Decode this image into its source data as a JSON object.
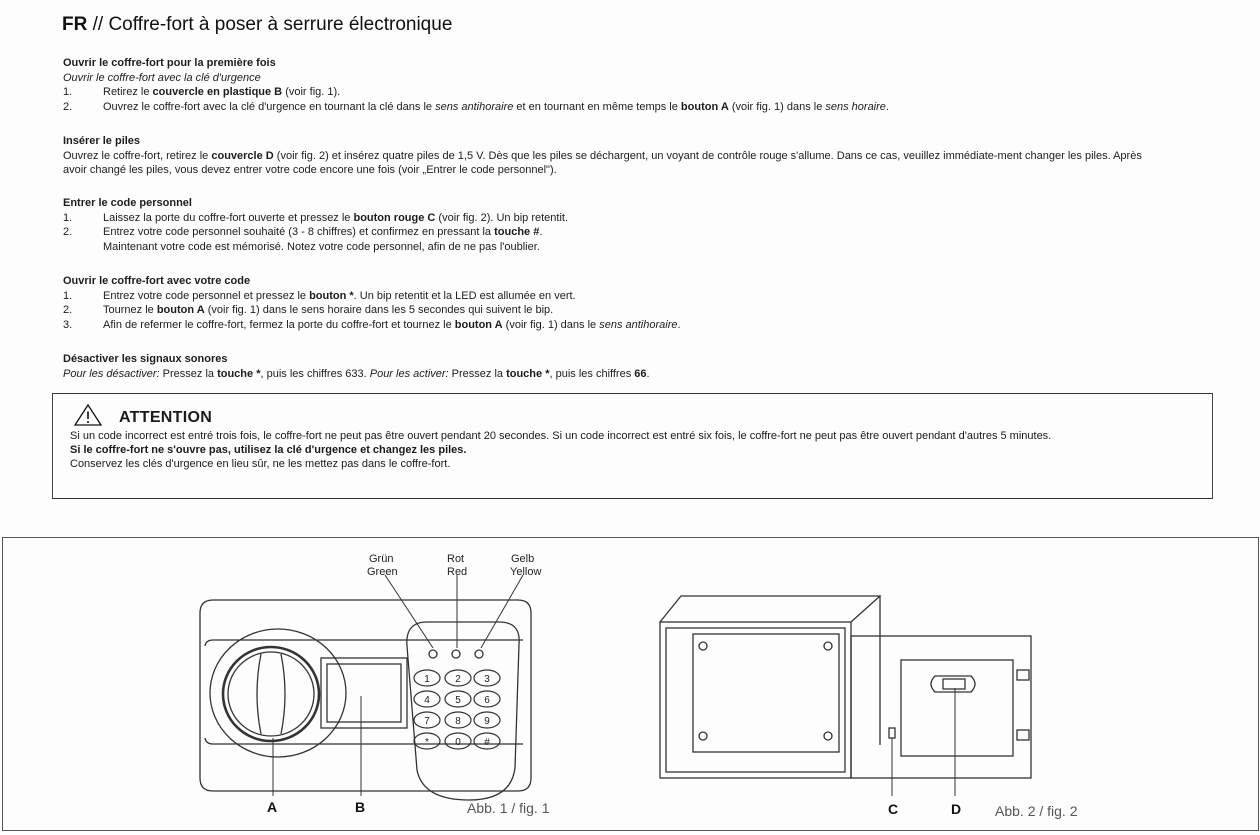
{
  "title": {
    "prefix": "FR",
    "sep": " // ",
    "text": "Coffre-fort à poser à serrure électronique"
  },
  "s1": {
    "head": "Ouvrir le coffre-fort pour la première fois",
    "sub": "Ouvrir le coffre-fort avec la clé d'urgence",
    "n1": "1.",
    "i1a": "Retirez le ",
    "i1b": "couvercle en plastique B",
    "i1c": " (voir fig. 1).",
    "n2": "2.",
    "i2a": "Ouvrez le coffre-fort avec la clé d'urgence en tournant la clé dans le ",
    "i2b": "sens antihoraire",
    "i2c": " et en tournant en même temps le ",
    "i2d": "bouton A",
    "i2e": " (voir fig. 1) dans le ",
    "i2f": "sens horaire",
    "i2g": "."
  },
  "s2": {
    "head": "Insérer le piles",
    "a": "Ouvrez le coffre-fort, retirez le ",
    "b": "couvercle D",
    "c": " (voir fig. 2) et insérez quatre piles de 1,5 V. Dès que les piles se déchargent, un voyant de contrôle rouge s'allume. Dans ce cas, veuillez immédiate-ment changer les piles. Après avoir changé les piles, vous devez entrer votre code encore une fois (voir „Entrer le code personnel\")."
  },
  "s3": {
    "head": "Entrer le code personnel",
    "n1": "1.",
    "i1a": "Laissez la porte du coffre-fort ouverte et pressez le ",
    "i1b": "bouton rouge C",
    "i1c": " (voir fig. 2). Un bip retentit.",
    "n2": "2.",
    "i2a": "Entrez votre code personnel souhaité (3 - 8 chiffres) et confirmez en pressant la ",
    "i2b": "touche #",
    "i2c": ".",
    "i2d": "Maintenant votre code est mémorisé. Notez votre code personnel, afin de ne pas l'oublier."
  },
  "s4": {
    "head": "Ouvrir le coffre-fort avec votre code",
    "n1": "1.",
    "i1a": "Entrez votre code personnel et pressez le ",
    "i1b": "bouton *",
    "i1c": ". Un bip retentit et la LED est allumée en vert.",
    "n2": "2.",
    "i2a": "Tournez le ",
    "i2b": "bouton A",
    "i2c": " (voir fig. 1) dans le sens horaire dans les 5 secondes qui suivent le bip.",
    "n3": "3.",
    "i3a": "Afin de refermer le coffre-fort, fermez la porte du coffre-fort et tournez le ",
    "i3b": "bouton A",
    "i3c": " (voir fig. 1) dans le ",
    "i3d": "sens antihoraire",
    "i3e": "."
  },
  "s5": {
    "head": "Désactiver les signaux sonores",
    "a": "Pour les désactiver:",
    "b": " Pressez la ",
    "c": "touche *",
    "d": ", puis les chiffres 633. ",
    "e": "Pour les activer:",
    "f": " Pressez la ",
    "g": "touche *",
    "h": ", puis les chiffres ",
    "i": "66",
    "j": "."
  },
  "attention": {
    "title": "ATTENTION",
    "l1": "Si un code incorrect est entré trois fois, le coffre-fort ne peut pas être ouvert pendant 20 secondes. Si un code incorrect est entré six fois, le coffre-fort ne peut pas être ouvert pendant d'autres 5 minutes.",
    "l2": "Si le coffre-fort ne s'ouvre pas, utilisez la clé d'urgence et changez les piles.",
    "l3": "Conservez les clés d'urgence en lieu sûr, ne les mettez pas dans le coffre-fort."
  },
  "figure": {
    "led_green_de": "Grün",
    "led_green_en": "Green",
    "led_red_de": "Rot",
    "led_red_en": "Red",
    "led_yellow_de": "Gelb",
    "led_yellow_en": "Yellow",
    "keys": [
      "1",
      "2",
      "3",
      "4",
      "5",
      "6",
      "7",
      "8",
      "9",
      "*",
      "0",
      "#"
    ],
    "label_a": "A",
    "label_b": "B",
    "label_c": "C",
    "label_d": "D",
    "caption1": "Abb. 1 / fig. 1",
    "caption2": "Abb. 2 / fig. 2"
  }
}
